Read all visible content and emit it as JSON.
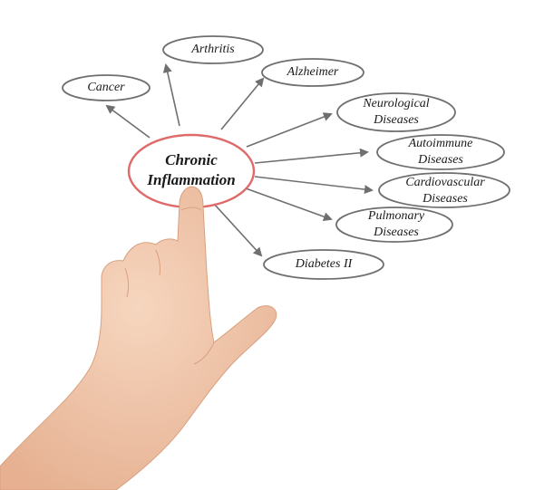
{
  "diagram": {
    "center": {
      "line1": "Chronic",
      "line2": "Inflammation"
    },
    "nodes": {
      "cancer": {
        "label": "Cancer"
      },
      "arthritis": {
        "label": "Arthritis"
      },
      "alzheimer": {
        "label": "Alzheimer"
      },
      "neurological": {
        "line1": "Neurological",
        "line2": "Diseases"
      },
      "autoimmune": {
        "line1": "Autoimmune",
        "line2": "Diseases"
      },
      "cardiovascular": {
        "line1": "Cardiovascular",
        "line2": "Diseases"
      },
      "pulmonary": {
        "line1": "Pulmonary",
        "line2": "Diseases"
      },
      "diabetes": {
        "label": "Diabetes II"
      }
    },
    "colors": {
      "center_ring": "#e06a6a",
      "node_ring": "#6f6f6f",
      "arrow": "#6f6f6f",
      "text": "#1a1a1a",
      "skin": "#f1c5a6"
    }
  }
}
